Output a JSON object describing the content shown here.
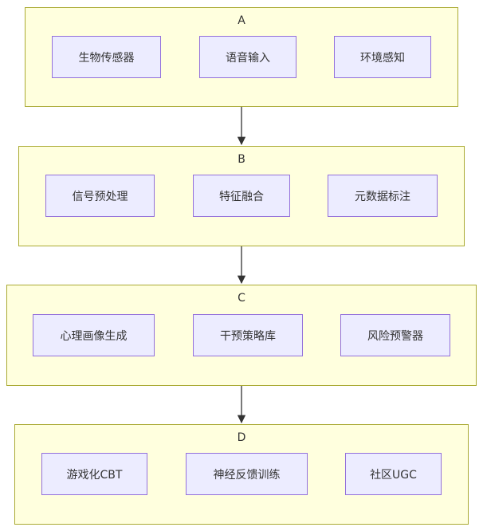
{
  "clusters": [
    {
      "title": "A",
      "nodes": [
        "生物传感器",
        "语音输入",
        "环境感知"
      ]
    },
    {
      "title": "B",
      "nodes": [
        "信号预处理",
        "特征融合",
        "元数据标注"
      ]
    },
    {
      "title": "C",
      "nodes": [
        "心理画像生成",
        "干预策略库",
        "风险预警器"
      ]
    },
    {
      "title": "D",
      "nodes": [
        "游戏化CBT",
        "神经反馈训练",
        "社区UGC"
      ]
    }
  ],
  "edges": [
    {
      "from": "A",
      "to": "B"
    },
    {
      "from": "B",
      "to": "C"
    },
    {
      "from": "C",
      "to": "D"
    }
  ],
  "colors": {
    "cluster_fill": "#ffffde",
    "cluster_stroke": "#aaaa33",
    "node_fill": "#ececff",
    "node_stroke": "#9370db",
    "edge": "#333333",
    "text": "#333333"
  }
}
